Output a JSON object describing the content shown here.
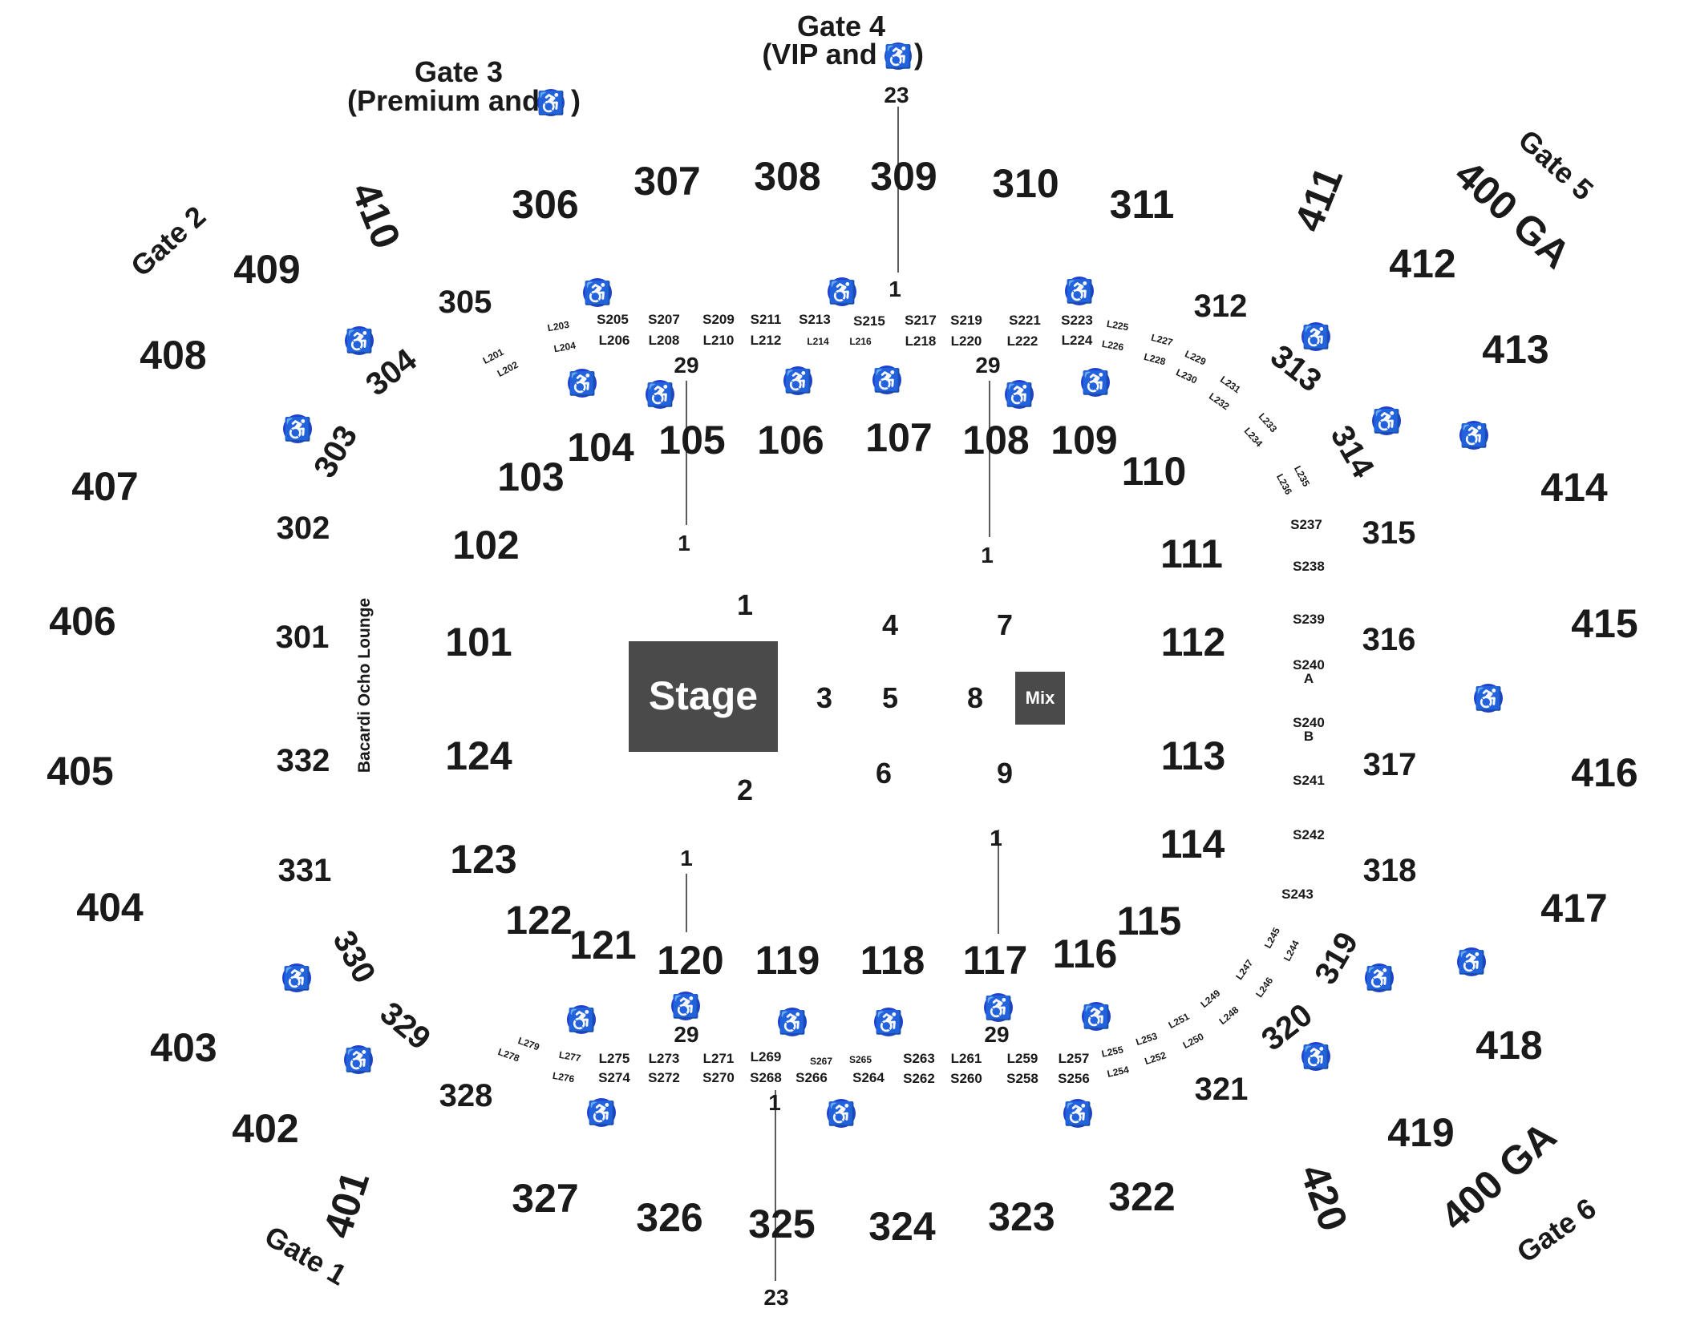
{
  "colors": {
    "accessible": "#1f3fd1",
    "stage": "#4a4a4a",
    "mix": "#4a4a4a",
    "text": "#1a1a1a",
    "background": "#ffffff"
  },
  "icons": {
    "accessible": "wheelchair-icon"
  },
  "gates": {
    "gate1": "Gate 1",
    "gate2": "Gate 2",
    "gate3": "Gate 3",
    "gate3_sub": "(Premium and",
    "gate4": "Gate 4",
    "gate4_sub": "(VIP and",
    "gate5": "Gate 5",
    "gate6": "Gate 6",
    "close_paren": ")"
  },
  "general_admission": {
    "ga_top": "400 GA",
    "ga_bottom": "400 GA"
  },
  "floor": {
    "stage": "Stage",
    "mix": "Mix",
    "sections": [
      "1",
      "2",
      "3",
      "4",
      "5",
      "6",
      "7",
      "8",
      "9"
    ]
  },
  "lounge": "Bacardi Ocho Lounge",
  "row_labels": {
    "top": "23",
    "bottom": "23",
    "r29": "29",
    "r1": "1"
  },
  "sections_400": [
    "401",
    "402",
    "403",
    "404",
    "405",
    "406",
    "407",
    "408",
    "409",
    "410",
    "411",
    "412",
    "413",
    "414",
    "415",
    "416",
    "417",
    "418",
    "419",
    "420"
  ],
  "sections_300": [
    "301",
    "302",
    "303",
    "304",
    "305",
    "306",
    "307",
    "308",
    "309",
    "310",
    "311",
    "312",
    "313",
    "314",
    "315",
    "316",
    "317",
    "318",
    "319",
    "320",
    "321",
    "322",
    "323",
    "324",
    "325",
    "326",
    "327",
    "328",
    "329",
    "330",
    "331",
    "332"
  ],
  "sections_100": [
    "101",
    "102",
    "103",
    "104",
    "105",
    "106",
    "107",
    "108",
    "109",
    "110",
    "111",
    "112",
    "113",
    "114",
    "115",
    "116",
    "117",
    "118",
    "119",
    "120",
    "121",
    "122",
    "123",
    "124"
  ],
  "suites_loges": [
    "L201",
    "L202",
    "L203",
    "L204",
    "S205",
    "L206",
    "S207",
    "L208",
    "S209",
    "L210",
    "S211",
    "L212",
    "S213",
    "L214",
    "S215",
    "L216",
    "S217",
    "L218",
    "S219",
    "L220",
    "S221",
    "L222",
    "S223",
    "L224",
    "L225",
    "L226",
    "L227",
    "L228",
    "L229",
    "L230",
    "L231",
    "L232",
    "L233",
    "L234",
    "L235",
    "L236",
    "S237",
    "S238",
    "S239",
    "S240\nA",
    "S240\nB",
    "S241",
    "S242",
    "S243",
    "L244",
    "L245",
    "L246",
    "L247",
    "L248",
    "L249",
    "L250",
    "L251",
    "L252",
    "L253",
    "L254",
    "L255",
    "S256",
    "L257",
    "S258",
    "L259",
    "S260",
    "L261",
    "S262",
    "S263",
    "S264",
    "S265",
    "S266",
    "S267",
    "S268",
    "L269",
    "S270",
    "L271",
    "S272",
    "L273",
    "S274",
    "L275",
    "L276",
    "L277",
    "L278",
    "L279"
  ]
}
